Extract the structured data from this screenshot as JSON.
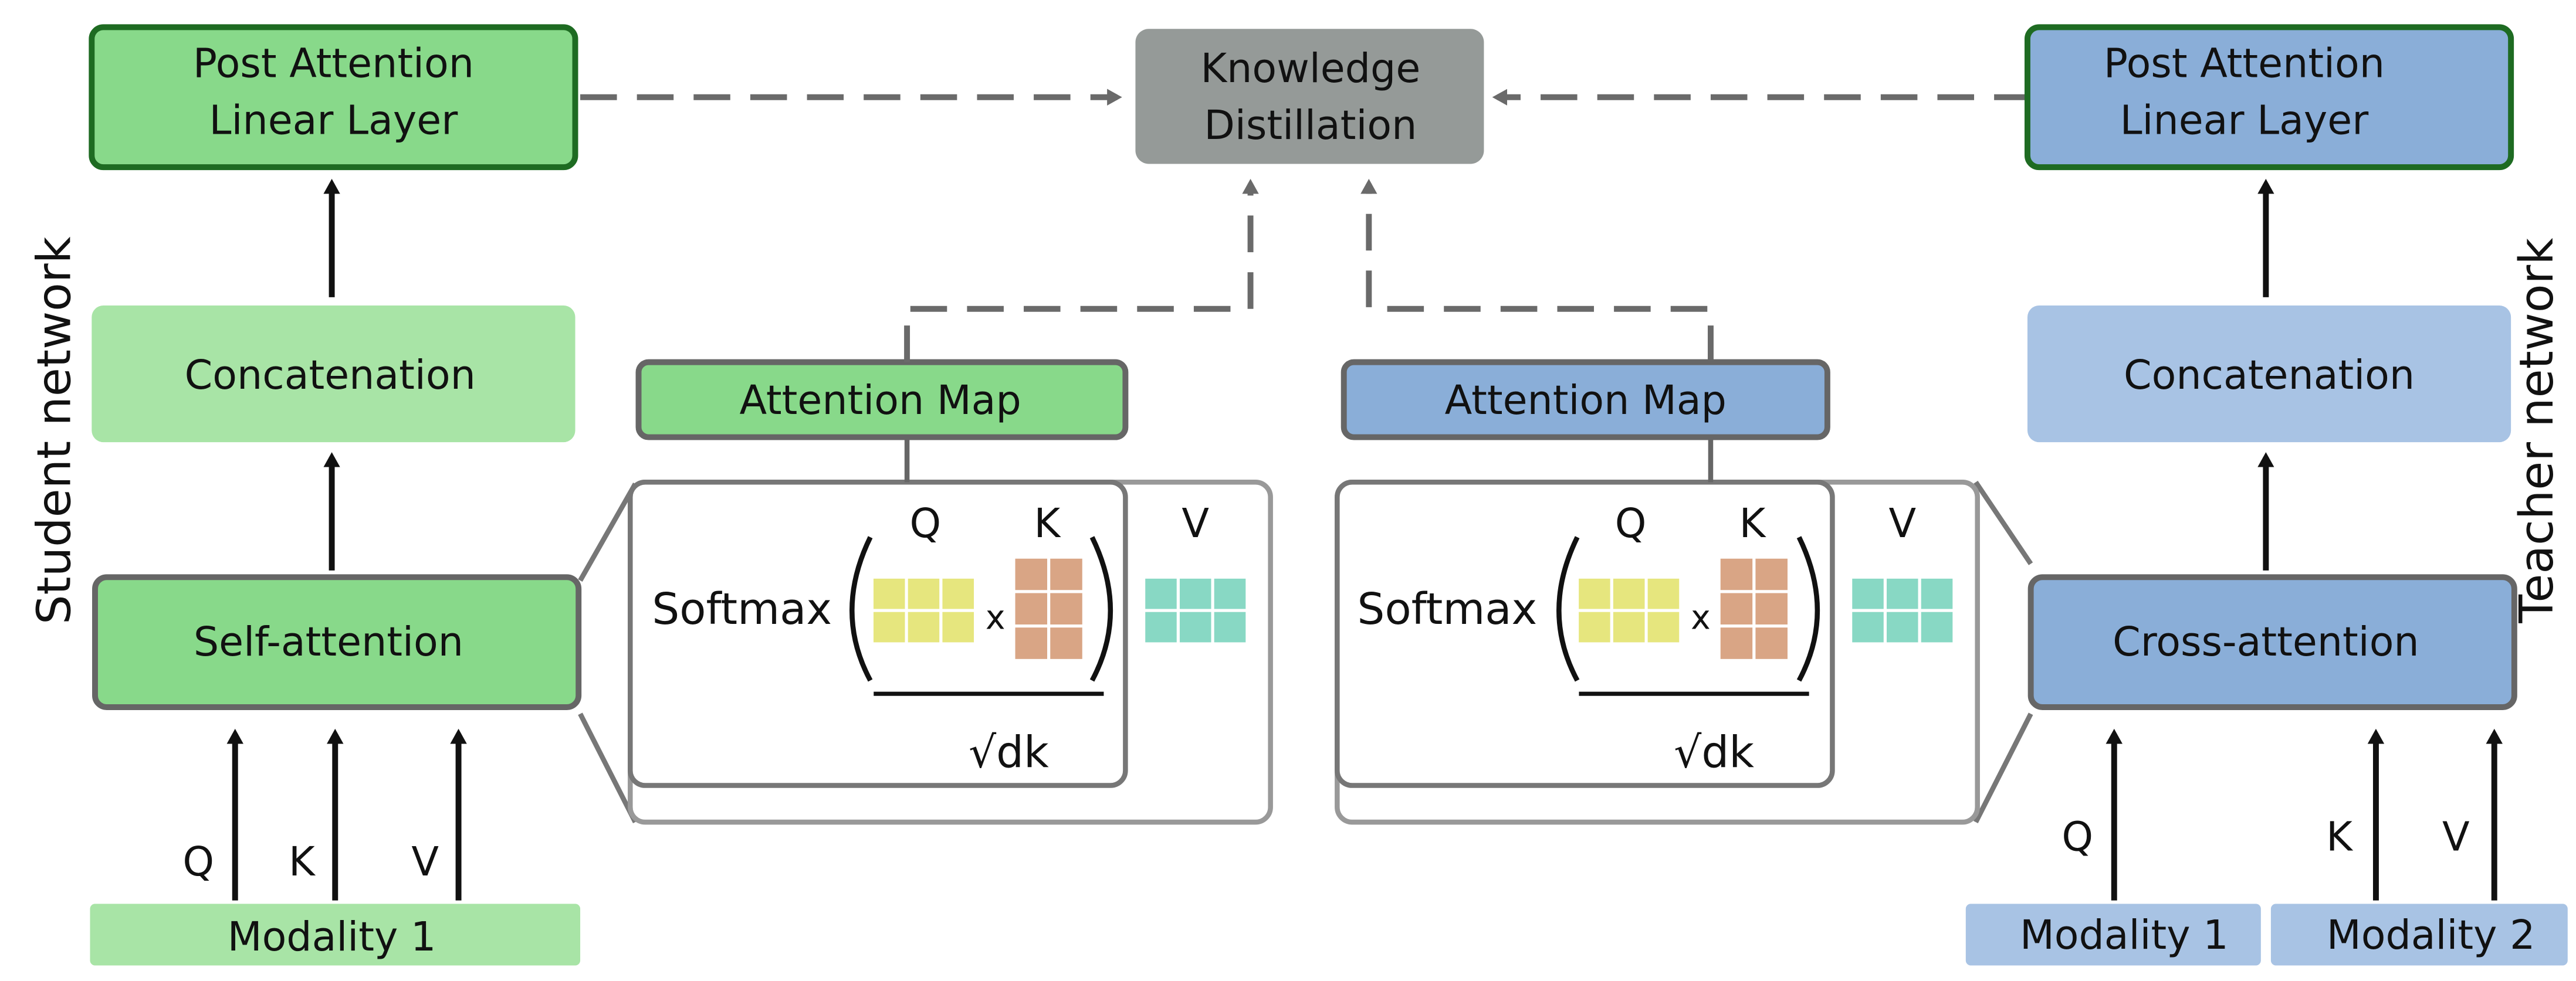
{
  "student": {
    "side_label": "Student network",
    "post_attention": "Post Attention\nLinear Layer",
    "concatenation": "Concatenation",
    "attention_block": "Self-attention",
    "inputs": [
      "Q",
      "K",
      "V"
    ],
    "modality": "Modality 1",
    "attention_map": "Attention Map",
    "formula": {
      "softmax": "Softmax",
      "q": "Q",
      "k": "K",
      "v": "V",
      "times": "x",
      "denominator": "√dk"
    }
  },
  "teacher": {
    "side_label": "Teacher network",
    "post_attention": "Post Attention\nLinear Layer",
    "concatenation": "Concatenation",
    "attention_block": "Cross-attention",
    "inputs": [
      "Q",
      "K",
      "V"
    ],
    "modalities": [
      "Modality 1",
      "Modality 2"
    ],
    "attention_map": "Attention Map",
    "formula": {
      "softmax": "Softmax",
      "q": "Q",
      "k": "K",
      "v": "V",
      "times": "x",
      "denominator": "√dk"
    }
  },
  "center": {
    "knowledge_distillation": "Knowledge\nDistillation"
  },
  "colors": {
    "student_dark": "#88d98a",
    "student_light": "#a8e4a6",
    "teacher_dark": "#8aaed8",
    "teacher_light": "#a8c3e4",
    "kd_box": "#959a98",
    "q_cells": "#e6e67e",
    "k_cells": "#d9a585",
    "v_cells": "#88d8c4",
    "border_green": "#1e6b22",
    "border_gray": "#666666"
  }
}
